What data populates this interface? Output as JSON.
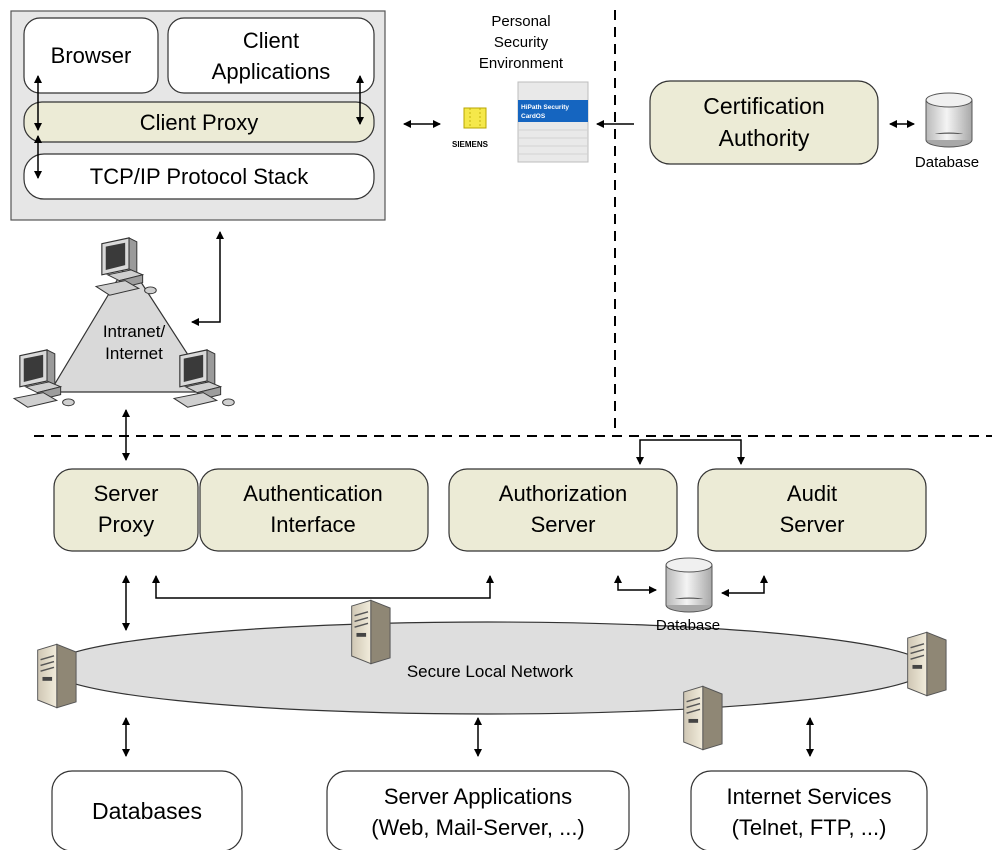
{
  "client": {
    "browser": "Browser",
    "client_applications": [
      "Client",
      "Applications"
    ],
    "client_proxy": "Client Proxy",
    "tcpip": "TCP/IP Protocol Stack"
  },
  "pse": {
    "caption": [
      "Personal",
      "Security",
      "Environment"
    ],
    "card_vendor": "SIEMENS",
    "token_label": [
      "HiPath Security",
      "CardOS"
    ]
  },
  "ca": {
    "label": [
      "Certification",
      "Authority"
    ],
    "database": "Database"
  },
  "network": {
    "intranet": [
      "Intranet/",
      "Internet"
    ],
    "secure_lan": "Secure Local Network"
  },
  "servers": {
    "server_proxy": [
      "Server",
      "Proxy"
    ],
    "authentication_interface": [
      "Authentication",
      "Interface"
    ],
    "authorization_server": [
      "Authorization",
      "Server"
    ],
    "audit_server": [
      "Audit",
      "Server"
    ],
    "database": "Database"
  },
  "services": {
    "databases": "Databases",
    "server_applications": [
      "Server Applications",
      "(Web, Mail-Server, ...)"
    ],
    "internet_services": [
      "Internet Services",
      "(Telnet, FTP, ...)"
    ]
  },
  "colors": {
    "component_fill": "#ecebd6",
    "panel_fill": "#e6e6e6",
    "ellipse_fill": "#dedede",
    "white_box": "#ffffff"
  }
}
